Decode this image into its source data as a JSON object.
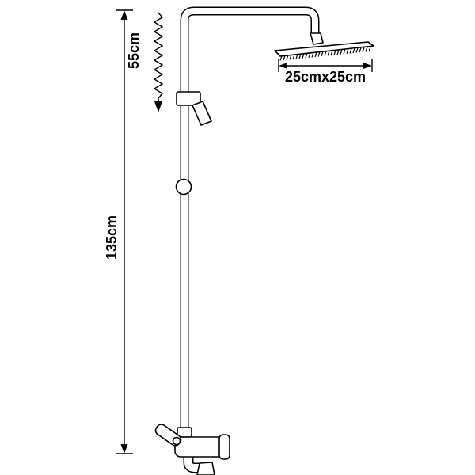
{
  "diagram": {
    "labels": {
      "adjustable_height": "55cm",
      "total_height": "135cm",
      "head_size": "25cmx25cm"
    },
    "colors": {
      "line": "#000000",
      "background": "#ffffff"
    }
  }
}
